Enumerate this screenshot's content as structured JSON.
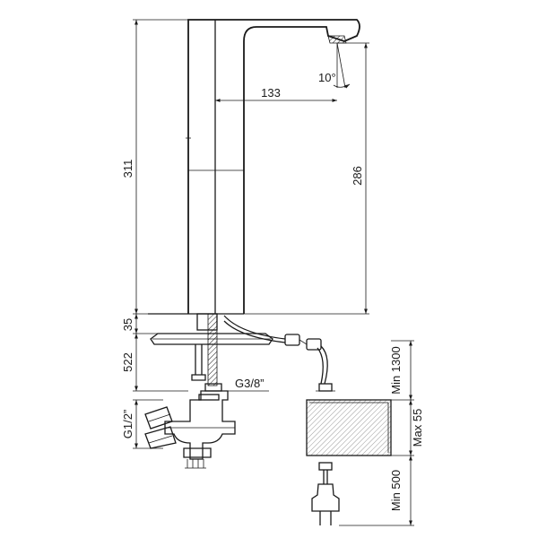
{
  "dimensions": {
    "total_height": "311",
    "spout_reach": "133",
    "spout_height": "286",
    "spout_angle": "10°",
    "base_height": "35",
    "hose_length": "522",
    "hose_thread": "G3/8”",
    "valve_thread": "G1/2”",
    "cable_min_top": "Min 1300",
    "box_max": "Max 55",
    "cable_min_bottom": "Min 500"
  }
}
